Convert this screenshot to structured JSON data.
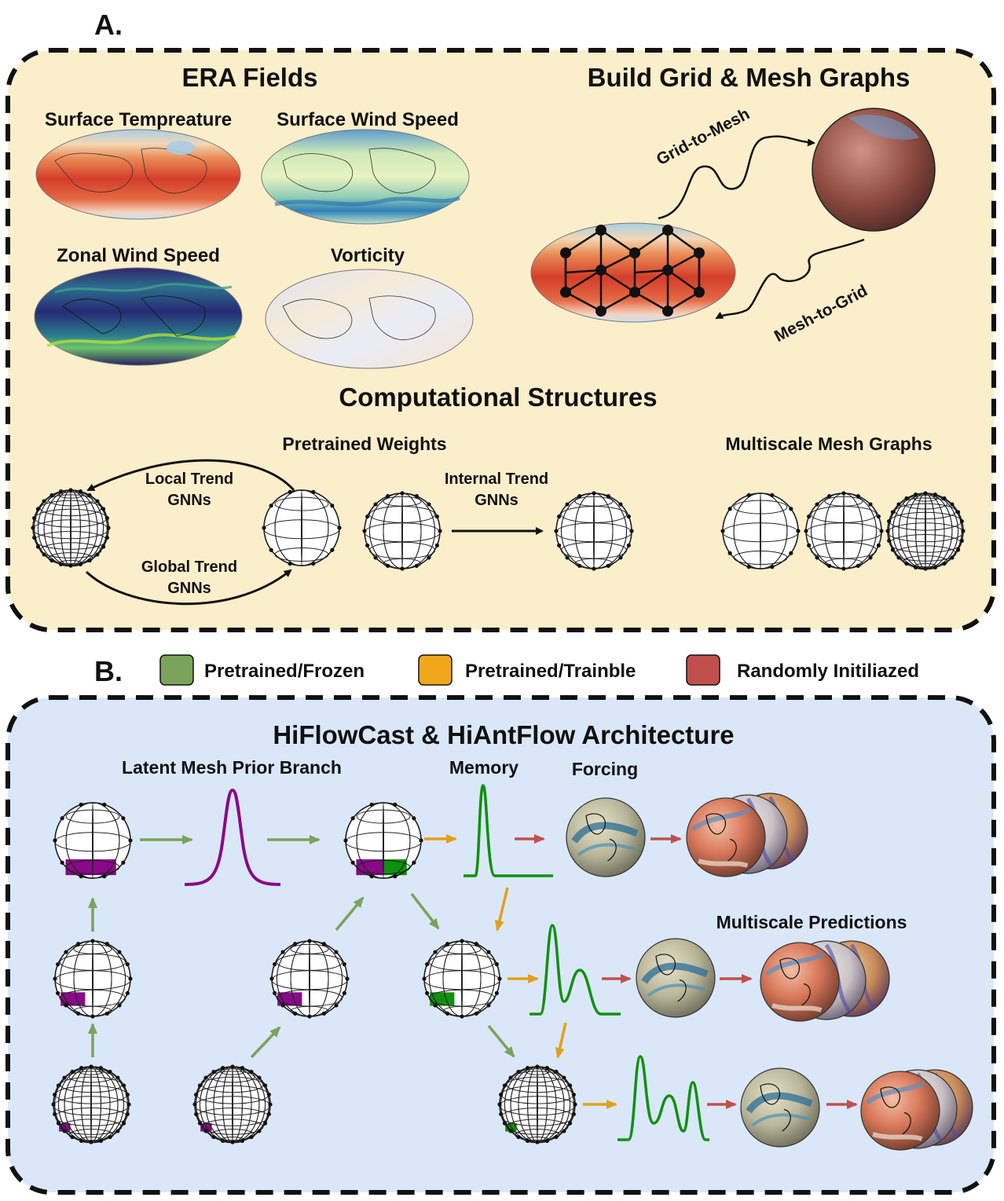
{
  "panel_a": {
    "letter": "A.",
    "era_title": "ERA Fields",
    "maps": [
      {
        "label": "Surface Tempreature",
        "colormap": "warm-red"
      },
      {
        "label": "Surface Wind Speed",
        "colormap": "green-blue"
      },
      {
        "label": "Zonal Wind Speed",
        "colormap": "viridis"
      },
      {
        "label": "Vorticity",
        "colormap": "diverging-light"
      }
    ],
    "build_title": "Build Grid & Mesh Graphs",
    "grid_to_mesh": "Grid-to-Mesh",
    "mesh_to_grid": "Mesh-to-Grid",
    "comp_title": "Computational Structures",
    "pretrained_title": "Pretrained Weights",
    "local_trend": [
      "Local Trend",
      "GNNs"
    ],
    "global_trend": [
      "Global Trend",
      "GNNs"
    ],
    "internal_trend": [
      "Internal Trend",
      "GNNs"
    ],
    "multiscale_title": "Multiscale Mesh Graphs"
  },
  "panel_b": {
    "letter": "B.",
    "legend": [
      {
        "label": "Pretrained/Frozen",
        "color": "#7aa35c"
      },
      {
        "label": "Pretrained/Trainble",
        "color": "#f0a71c"
      },
      {
        "label": "Randomly Initiliazed",
        "color": "#c0504d"
      }
    ],
    "title": "HiFlowCast & HiAntFlow Architecture",
    "latent_branch": "Latent Mesh Prior Branch",
    "memory": "Memory",
    "forcing": "Forcing",
    "multiscale_predictions": "Multiscale Predictions"
  },
  "colors": {
    "panel_a_bg": "#fbeecb",
    "panel_b_bg": "#dae7f8",
    "frozen_arrow": "#7aa35c",
    "trainable_arrow": "#e0a01a",
    "random_arrow": "#c0504d",
    "purple": "#880a88",
    "green": "#109010"
  }
}
